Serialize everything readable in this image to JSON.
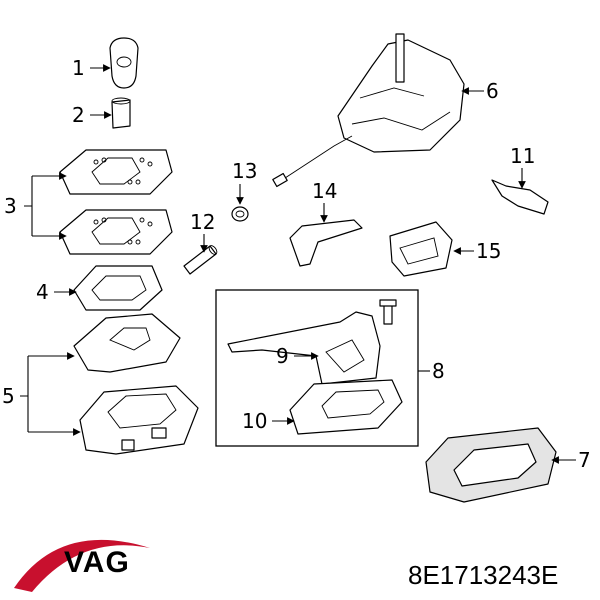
{
  "callouts": [
    "1",
    "2",
    "3",
    "4",
    "5",
    "6",
    "7",
    "8",
    "9",
    "10",
    "11",
    "12",
    "13",
    "14",
    "15"
  ],
  "footer": {
    "brand": "VAG",
    "part_number": "8E1713243E"
  },
  "colors": {
    "brand_swoosh": "#c8102e",
    "line": "#000000"
  }
}
